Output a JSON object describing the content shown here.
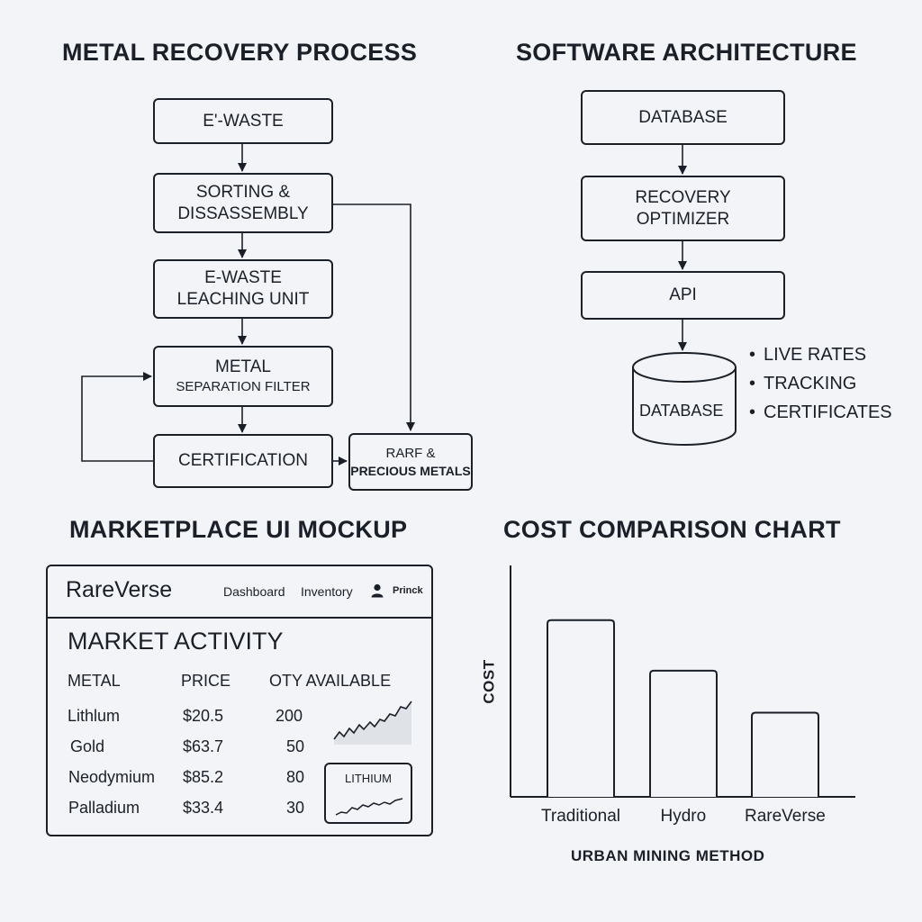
{
  "process": {
    "title": "METAL RECOVERY PROCESS",
    "steps": {
      "ewaste": "E'-WASTE",
      "sorting": [
        "SORTING &",
        "DISSASSEMBLY"
      ],
      "leaching": [
        "E-WASTE",
        "LEACHING UNIT"
      ],
      "separation": [
        "METAL",
        "SEPARATION FILTER"
      ],
      "certification": "CERTIFICATION",
      "rare": [
        "RARF &",
        "PRECIOUS METALS"
      ]
    }
  },
  "architecture": {
    "title": "SOFTWARE ARCHITECTURE",
    "database_top": "DATABASE",
    "optimizer": [
      "RECOVERY",
      "OPTIMIZER"
    ],
    "api": "API",
    "database_bottom": "DATABASE",
    "features": [
      "LIVE RATES",
      "TRACKING",
      "CERTIFICATES"
    ]
  },
  "marketplace": {
    "title": "MARKETPLACE UI MOCKUP",
    "brand": "RareVerse",
    "nav": [
      "Dashboard",
      "Inventory"
    ],
    "user": "Princk",
    "heading": "MARKET ACTIVITY",
    "columns": [
      "METAL",
      "PRICE",
      "OTY AVAILABLE"
    ],
    "rows": [
      {
        "metal": "Lithlum",
        "price": "$20.5",
        "qty": "200"
      },
      {
        "metal": "Gold",
        "price": "$63.7",
        "qty": "50"
      },
      {
        "metal": "Neodymium",
        "price": "$85.2",
        "qty": "80"
      },
      {
        "metal": "Palladium",
        "price": "$33.4",
        "qty": "30"
      }
    ],
    "mini_chart_title": "LITHIUM"
  },
  "chart_data": {
    "type": "bar",
    "title": "COST COMPARISON CHART",
    "categories": [
      "Traditional",
      "Hydro",
      "RareVerse"
    ],
    "values": [
      84,
      60,
      40
    ],
    "ylabel": "COST",
    "xlabel": "URBAN MINING METHOD",
    "ylim": [
      0,
      110
    ],
    "grid": false
  }
}
